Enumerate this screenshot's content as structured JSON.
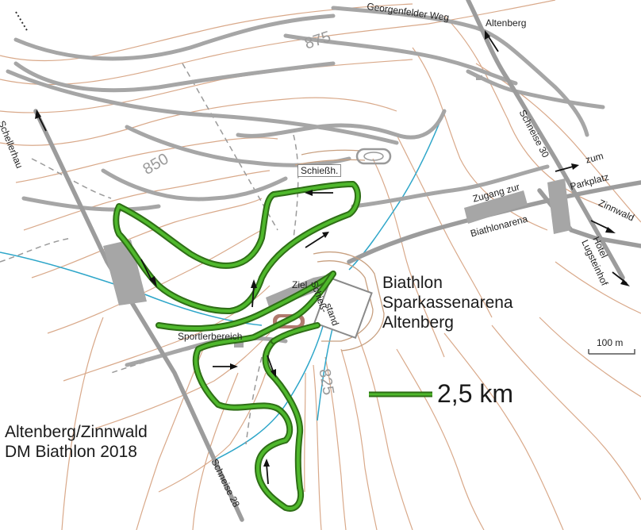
{
  "map": {
    "title_lines": [
      "Altenberg/Zinnwald",
      "DM Biathlon 2018"
    ],
    "arena_lines": [
      "Biathlon",
      "Sparkassenarena",
      "Altenberg"
    ],
    "legend": {
      "label": "2,5 km",
      "color": "#3a9a1e"
    },
    "scale_label": "100 m",
    "contours": [
      "875",
      "850",
      "825"
    ],
    "labels": {
      "georgenfelder": "Georgenfelder Weg",
      "altenberg_top": "Altenberg",
      "schellerhau": "Schellerhau",
      "schneise30": "Schneise 30",
      "zum": "zum",
      "parkplatz": "Parkplatz",
      "zinnwald": "Zinnwald",
      "zugang": "Zugang zur",
      "biathlonarena": "Biathlonarena",
      "hotel": "Hotel",
      "lugsteinhof": "Lugsteinhof",
      "schiessh": "Schießh.",
      "ziel": "Ziel",
      "schiess": "Schieß-",
      "stand": "stand",
      "sportler": "Sportlerbereich",
      "schneise28": "Schneise 28"
    },
    "colors": {
      "track": "#3a9a1e",
      "road": "#a6a6a6",
      "contour": "#d9a98a",
      "water": "#2ea6c9"
    }
  }
}
